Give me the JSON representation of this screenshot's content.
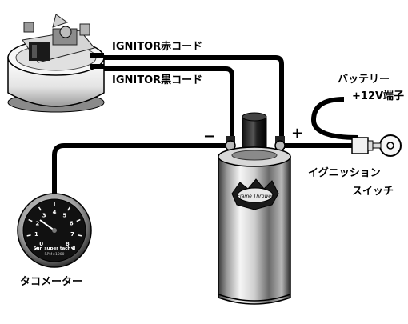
{
  "labels": {
    "ignitor_red_cord": "IGNITOR赤コード",
    "ignitor_black_cord": "IGNITOR黒コード",
    "battery_terminal_line1": "バッテリー",
    "battery_terminal_line2": "+12V端子",
    "ignition_switch_line1": "イグニッション",
    "ignition_switch_line2": "スイッチ",
    "tachometer": "タコメーター",
    "minus_sign": "−",
    "plus_sign": "+"
  },
  "tachometer": {
    "dial_numbers": [
      "0",
      "1",
      "2",
      "3",
      "4",
      "5",
      "6",
      "7",
      "8"
    ],
    "brand_text": "Sun super tach II",
    "range_text": "RPM×1000"
  },
  "coil": {
    "badge_text": "Flame Thrower"
  },
  "colors": {
    "wire": "#000000",
    "background": "#ffffff",
    "dial_face": "#000000",
    "chrome_highlight": "#f2f2f2",
    "chrome_shadow": "#2a2a2a"
  },
  "icons": [
    "ignitor-module-icon",
    "ignition-coil-icon",
    "tachometer-icon",
    "ignition-key-icon"
  ]
}
